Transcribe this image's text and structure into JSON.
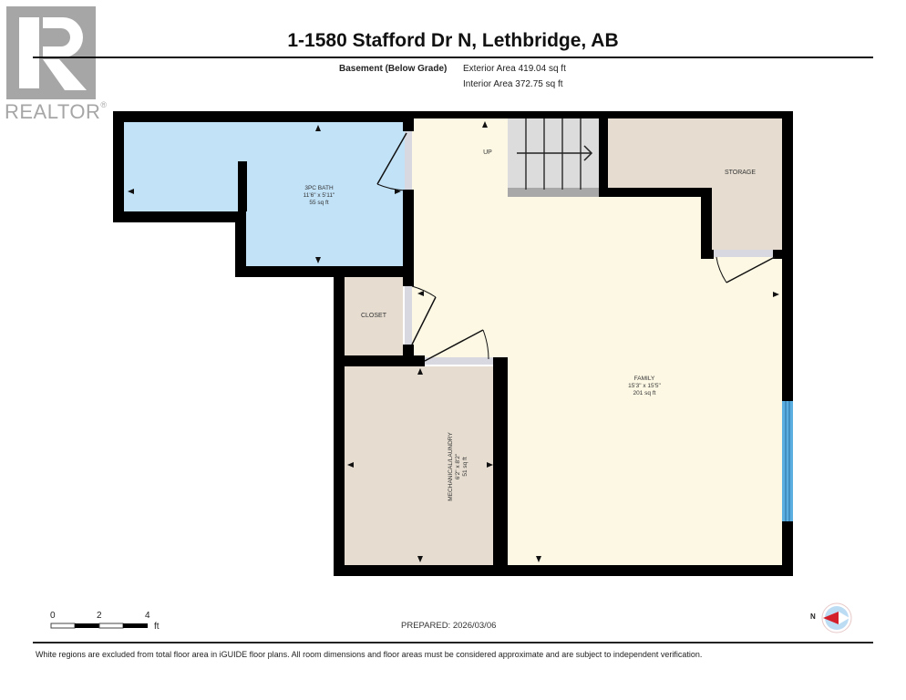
{
  "logo": {
    "name": "REALTOR",
    "letter": "R",
    "registered": "®",
    "color": "#a6a6a6"
  },
  "header": {
    "title": "1-1580 Stafford Dr N, Lethbridge, AB",
    "level": "Basement (Below Grade)",
    "exterior_area": "Exterior Area 419.04 sq ft",
    "interior_area": "Interior Area 372.75 sq ft"
  },
  "rooms": [
    {
      "name": "3PC BATH",
      "dimensions": "11'6\" x 5'11\"",
      "area": "55 sq ft",
      "color": "#c2e2f8"
    },
    {
      "name": "CLOSET",
      "dimensions": "",
      "area": "",
      "color": "#e6ddd0"
    },
    {
      "name": "MECHANICAL/LAUNDRY",
      "dimensions": "6'2\" x 8'2\"",
      "area": "51 sq ft",
      "color": "#e6ddd0"
    },
    {
      "name": "FAMILY",
      "dimensions": "15'3\" x 15'5\"",
      "area": "201 sq ft",
      "color": "#fdf8e4"
    },
    {
      "name": "STORAGE",
      "dimensions": "",
      "area": "",
      "color": "#e6ddd0"
    }
  ],
  "stairs": {
    "label": "UP"
  },
  "colors": {
    "wall": "#000000",
    "window": "#5aaee0",
    "stairs": "#dcdcdc",
    "door_opening": "#d8d8e0"
  },
  "scale_bar": {
    "ticks": [
      "0",
      "2",
      "4"
    ],
    "unit": "ft"
  },
  "prepared": "PREPARED: 2026/03/06",
  "compass": {
    "label": "N"
  },
  "footer": {
    "disclaimer": "White regions are excluded from total floor area in iGUIDE floor plans. All room dimensions and floor areas must be considered approximate and are subject to independent verification."
  }
}
